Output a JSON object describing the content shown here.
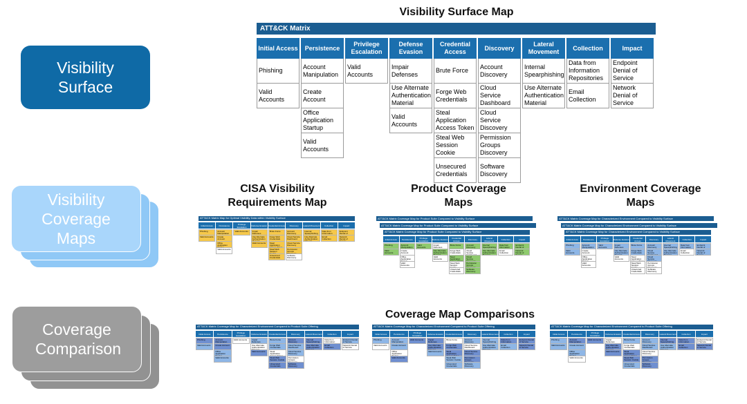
{
  "tags": {
    "surface": "Visibility Surface",
    "coverage": "Visibility Coverage Maps",
    "comparison": "Coverage Comparison"
  },
  "headings": {
    "surface_map": "Visibility Surface Map",
    "cisa": "CISA Visibility Requirements Map",
    "product": "Product Coverage Maps",
    "environment": "Environment Coverage Maps",
    "comparisons": "Coverage Map Comparisons"
  },
  "matrix": {
    "title": "ATT&CK Matrix",
    "columns": [
      {
        "header": "Initial Access",
        "cells": [
          "Phishing",
          "Valid Accounts"
        ]
      },
      {
        "header": "Persistence",
        "cells": [
          "Account Manipulation",
          "Create Account",
          "Office Application Startup",
          "Valid Accounts"
        ]
      },
      {
        "header": "Privilege Escalation",
        "cells": [
          "Valid Accounts"
        ]
      },
      {
        "header": "Defense Evasion",
        "cells": [
          "Impair Defenses",
          "Use Alternate Authentication Material",
          "Valid Accounts"
        ]
      },
      {
        "header": "Credential Access",
        "cells": [
          "Brute Force",
          "Forge Web Credentials",
          "Steal Application Access Token",
          "Steal Web Session Cookie",
          "Unsecured Credentials"
        ]
      },
      {
        "header": "Discovery",
        "cells": [
          "Account Discovery",
          "Cloud Service Dashboard",
          "Cloud Service Discovery",
          "Permission Groups Discovery",
          "Software Discovery"
        ]
      },
      {
        "header": "Lateral Movement",
        "cells": [
          "Internal Spearphishing",
          "Use Alternate Authentication Material"
        ]
      },
      {
        "header": "Collection",
        "cells": [
          "Data from Information Repositories",
          "Email Collection"
        ]
      },
      {
        "header": "Impact",
        "cells": [
          "Endpoint Denial of Service",
          "Network Denial of Service"
        ]
      }
    ]
  },
  "mini_titles": {
    "cisa": "ATT&CK Matrix Map for Optimal Visibility Data within Visibility Surface",
    "product": "ATT&CK Matrix Coverage Map for Product Suite Compared to Visibility Surface",
    "environment": "ATT&CK Matrix Coverage Map for Characterized Environment Compared to Visibility Surface",
    "comparison": "ATT&CK Matrix Coverage Map for Characterized Environment Compared to Product Suite Offering"
  },
  "colors": {
    "dark_blue": "#1b5d91",
    "surface_tag": "#0f6aa6",
    "coverage_tag": "#a9d6fb",
    "comparison_tag": "#9d9d9d",
    "cisa_fill": "#f6c84a",
    "product_fill": "#8fca6e",
    "environment_fill": "#8eb6e6"
  }
}
